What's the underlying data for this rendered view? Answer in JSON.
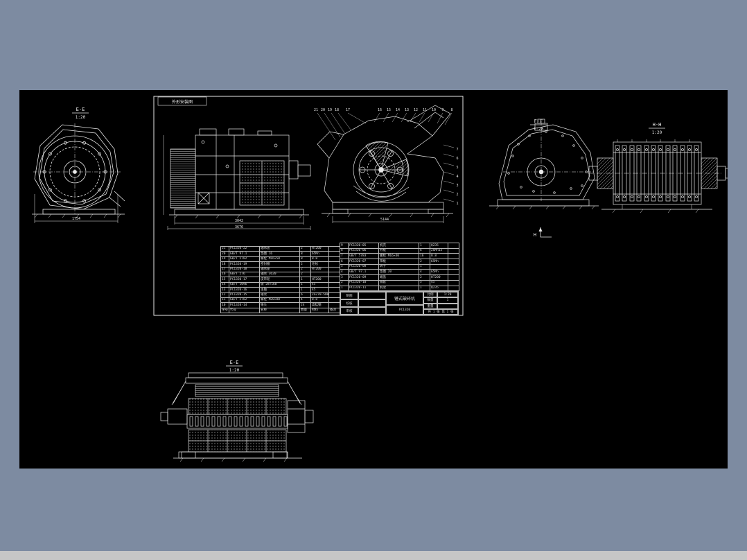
{
  "page": {
    "background": "#7d8ba1",
    "canvas_bg": "#000000",
    "bottom_bar_color": "#c6c6c6",
    "line_color": "#e8e8e8"
  },
  "frame_label": "外形安装图",
  "views": {
    "ee_left": {
      "label": "E-E",
      "scale": "1:20",
      "dim": "1754"
    },
    "front": {
      "dim_inner": "3042",
      "dim_outer": "3676"
    },
    "section": {
      "dim": "5144",
      "callouts_top": [
        "21",
        "20",
        "19",
        "18",
        "17",
        "16",
        "15",
        "14",
        "13",
        "12",
        "11",
        "10",
        "9",
        "8"
      ],
      "callouts_right": [
        "7",
        "6",
        "5",
        "4",
        "3",
        "2",
        "1"
      ]
    },
    "ff": {
      "label": "F-F",
      "scale": "1:20"
    },
    "hh": {
      "label": "H-H",
      "scale": "1:20"
    },
    "ee_bottom": {
      "label": "E-E",
      "scale": "1:20"
    },
    "section_marker": {
      "label": "H"
    }
  },
  "bom_left": {
    "rows": [
      [
        "21",
        "PC1320-22",
        "轴承盖",
        "2",
        "HT200",
        ""
      ],
      [
        "20",
        "GB/T 97.1",
        "垫圈 16",
        "8",
        "65Mn",
        ""
      ],
      [
        "19",
        "GB/T 5782",
        "螺栓 M16×50",
        "8",
        "8.8",
        ""
      ],
      [
        "18",
        "PC1320-19",
        "密封圈",
        "2",
        "毛毡",
        ""
      ],
      [
        "17",
        "PC1320-18",
        "轴承座",
        "2",
        "HT200",
        ""
      ],
      [
        "16",
        "GB/T 276",
        "轴承 3620",
        "2",
        "",
        ""
      ],
      [
        "15",
        "PC1320-17",
        "皮带轮",
        "1",
        "HT200",
        ""
      ],
      [
        "14",
        "GB/T 1096",
        "键 28×160",
        "1",
        "45",
        ""
      ],
      [
        "13",
        "PC1320-16",
        "主轴",
        "1",
        "45",
        ""
      ],
      [
        "12",
        "PC1320-15",
        "锤架",
        "6",
        "ZG270-500",
        ""
      ],
      [
        "11",
        "GB/T 5782",
        "螺栓 M20×80",
        "4",
        "8.8",
        ""
      ],
      [
        "10",
        "PC1320-14",
        "锤头",
        "24",
        "高锰钢",
        ""
      ],
      [
        "序号",
        "代号",
        "名称",
        "数量",
        "材料",
        "备注"
      ]
    ]
  },
  "bom_right": {
    "rows": [
      [
        "9",
        "PC1320-05",
        "机壳",
        "1",
        "Q235",
        ""
      ],
      [
        "8",
        "PC1320-06",
        "衬板",
        "6",
        "ZGMn13",
        ""
      ],
      [
        "7",
        "GB/T 5783",
        "螺栓 M16×40",
        "16",
        "8.8",
        ""
      ],
      [
        "6",
        "PC1320-07",
        "筛板",
        "2",
        "65Mn",
        ""
      ],
      [
        "5",
        "PC1320-08",
        "转子",
        "1",
        "",
        ""
      ],
      [
        "4",
        "GB/T 97.1",
        "垫圈 20",
        "4",
        "65Mn",
        ""
      ],
      [
        "3",
        "PC1320-09",
        "端盖",
        "2",
        "HT200",
        ""
      ],
      [
        "2",
        "PC1320-10",
        "隔套",
        "5",
        "45",
        ""
      ],
      [
        "1",
        "PC1320-11",
        "机架",
        "1",
        "Q235",
        ""
      ]
    ]
  },
  "title_block": {
    "rows_left": [
      [
        "制图",
        ""
      ],
      [
        "校核",
        ""
      ],
      [
        "审核",
        ""
      ]
    ],
    "name": "锤式破碎机",
    "drawing_no": "PC1320",
    "scale_label": "比例",
    "scale": "1:20",
    "qty_label": "数量",
    "qty": "1",
    "weight_label": "重量",
    "weight": "",
    "sheet": "共 1 张  第 1 张"
  }
}
